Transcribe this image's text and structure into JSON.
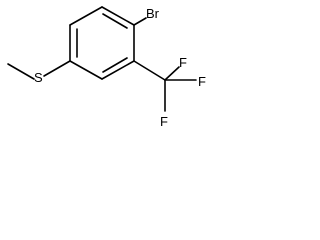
{
  "molecule": {
    "atoms": {
      "bromine": "Br",
      "sulfur": "S",
      "fluorine_top_left": "F",
      "fluorine_top_right": "F",
      "fluorine_bottom": "F"
    }
  }
}
